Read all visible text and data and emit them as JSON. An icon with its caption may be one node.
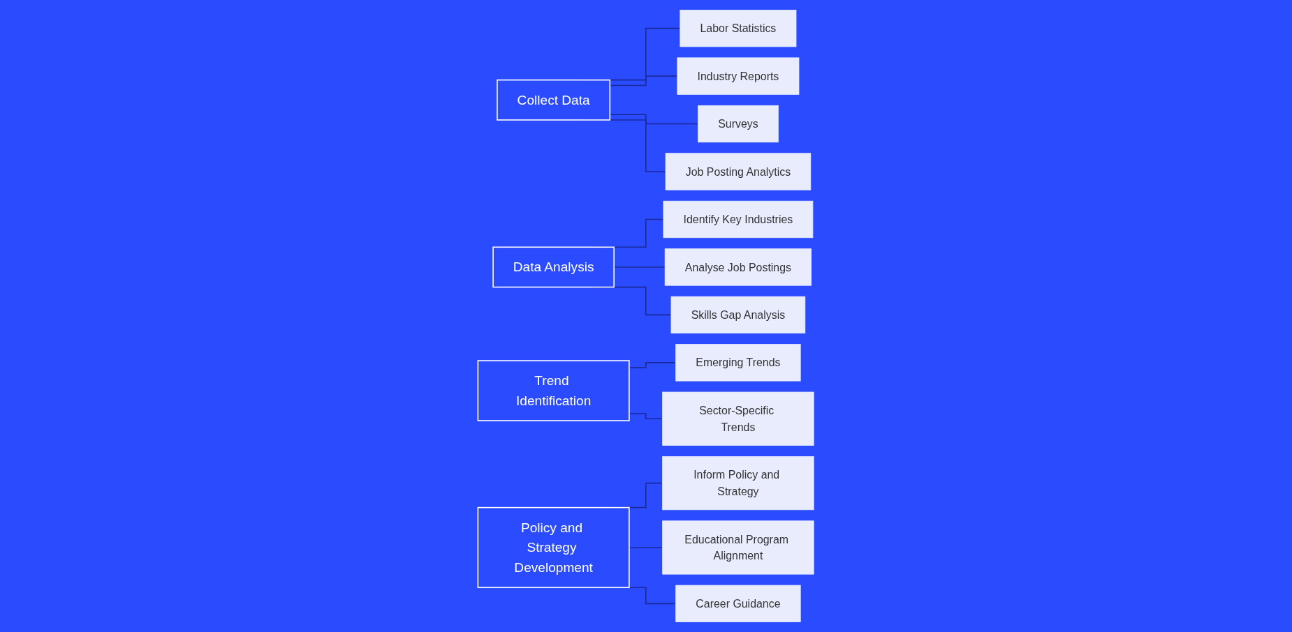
{
  "diagram": {
    "nodes": [
      {
        "text": [
          "Collect Data"
        ]
      },
      {
        "text": [
          "Labor Statistics"
        ]
      },
      {
        "text": [
          "Industry Reports"
        ]
      },
      {
        "text": [
          "Surveys"
        ]
      },
      {
        "text": [
          "Job Posting Analytics"
        ]
      },
      {
        "text": [
          "Data Analysis"
        ]
      },
      {
        "text": [
          "Identify Key Industries"
        ]
      },
      {
        "text": [
          "Analyse Job Postings"
        ]
      },
      {
        "text": [
          "Skills Gap Analysis"
        ]
      },
      {
        "text": [
          "Trend Identification"
        ]
      },
      {
        "text": [
          "Emerging Trends"
        ]
      },
      {
        "text": [
          "Sector-Specific Trends"
        ]
      },
      {
        "text": [
          "Policy and Strategy Development"
        ]
      },
      {
        "text": [
          "Inform Policy and Strategy"
        ]
      },
      {
        "text": [
          "Educational Program Alignment"
        ]
      },
      {
        "text": [
          "Career Guidance"
        ]
      }
    ],
    "edges": [
      {
        "from": 0,
        "to": 1,
        "arrow": "none"
      },
      {
        "from": 0,
        "to": 2,
        "arrow": "none"
      },
      {
        "from": 0,
        "to": 3,
        "arrow": "none"
      },
      {
        "from": 0,
        "to": 4,
        "arrow": "none"
      },
      {
        "from": 5,
        "to": 6,
        "arrow": "none"
      },
      {
        "from": 5,
        "to": 7,
        "arrow": "none"
      },
      {
        "from": 5,
        "to": 8,
        "arrow": "none"
      },
      {
        "from": 9,
        "to": 10,
        "arrow": "none"
      },
      {
        "from": 9,
        "to": 11,
        "arrow": "none"
      },
      {
        "from": 12,
        "to": 13,
        "arrow": "none"
      },
      {
        "from": 12,
        "to": 14,
        "arrow": "none"
      },
      {
        "from": 12,
        "to": 15,
        "arrow": "none"
      }
    ]
  }
}
